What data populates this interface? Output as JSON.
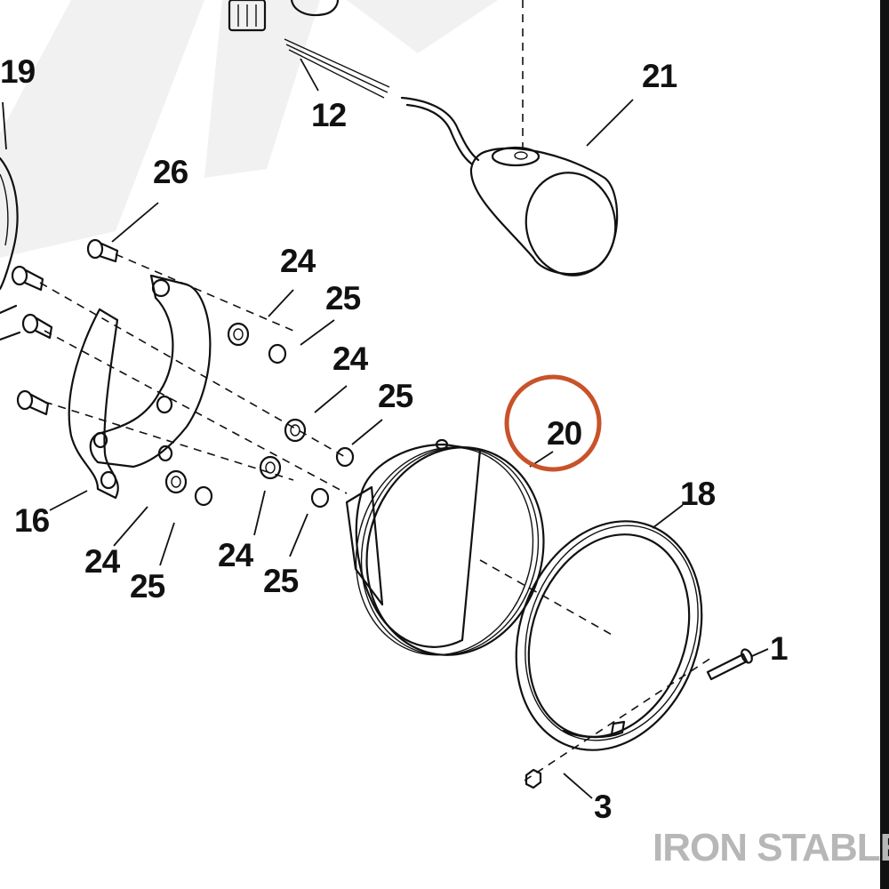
{
  "diagram": {
    "labels": {
      "l19": "19",
      "l12": "12",
      "l21": "21",
      "l26": "26",
      "l24a": "24",
      "l25a": "25",
      "l24b": "24",
      "l25b": "25",
      "l20": "20",
      "l18": "18",
      "l16": "16",
      "l24c": "24",
      "l25c": "25",
      "l24d": "24",
      "l25d": "25",
      "l1": "1",
      "l3": "3"
    },
    "highlight": {
      "part": "20",
      "color": "#c8522a"
    },
    "brand": "IRON STABLE",
    "colors": {
      "brand": "#b7b7b7",
      "watermark": "#f1f1f1",
      "line": "#111111"
    }
  }
}
